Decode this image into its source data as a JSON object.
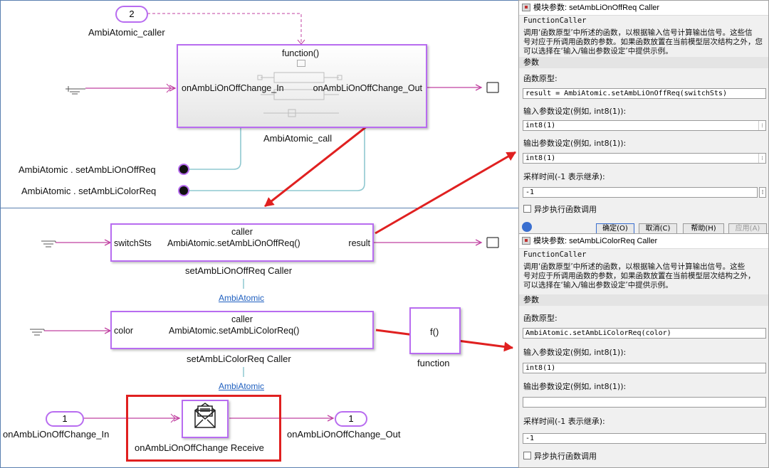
{
  "top_model": {
    "caller_port_number": "2",
    "caller_port_label": "AmbiAtomic_caller",
    "call_block": {
      "title": "function()",
      "input_port": "onAmbLiOnOffChange_In",
      "output_port": "onAmbLiOnOffChange_Out",
      "name": "AmbiAtomic_call"
    },
    "server_on_off": "AmbiAtomic . setAmbLiOnOffReq",
    "server_color": "AmbiAtomic . setAmbLiColorReq"
  },
  "bottom_model": {
    "on_off_caller": {
      "header": "caller",
      "input": "switchSts",
      "prototype": "AmbiAtomic.setAmbLiOnOffReq()",
      "output": "result",
      "name": "setAmbLiOnOffReq Caller"
    },
    "link1": "AmbiAtomic",
    "color_caller": {
      "header": "caller",
      "input": "color",
      "prototype": "AmbiAtomic.setAmbLiColorReq()",
      "name": "setAmbLiColorReq Caller"
    },
    "link2": "AmbiAtomic",
    "function_block": {
      "glyph": "f()",
      "name": "function"
    },
    "inport": {
      "number": "1",
      "label": "onAmbLiOnOffChange_In"
    },
    "receive_block": {
      "name": "onAmbLiOnOffChange Receive"
    },
    "outport": {
      "number": "1",
      "label": "onAmbLiOnOffChange_Out"
    }
  },
  "dialog1": {
    "title": "模块参数: setAmbLiOnOffReq Caller",
    "block_type": "FunctionCaller",
    "description": [
      "调用‘函数原型’中所述的函数，以根据输入信号计算输出信号。这些信",
      "号对应于所调用函数的参数。如果函数放置在当前模型层次结构之外，您",
      "可以选择在‘输入/输出参数设定’中提供示例。"
    ],
    "params_group": "参数",
    "prototype_label": "函数原型:",
    "prototype_value": "result = AmbiAtomic.setAmbLiOnOffReq(switchSts)",
    "input_spec_label": "输入参数设定(例如, int8(1)):",
    "input_spec_value": "int8(1)",
    "output_spec_label": "输出参数设定(例如, int8(1)):",
    "output_spec_value": "int8(1)",
    "sample_time_label": "采样时间(-1 表示继承):",
    "sample_time_value": "-1",
    "async_label": "异步执行函数调用",
    "buttons": {
      "ok": "确定(O)",
      "cancel": "取消(C)",
      "help": "帮助(H)",
      "apply": "应用(A)"
    }
  },
  "dialog2": {
    "title": "模块参数: setAmbLiColorReq Caller",
    "block_type": "FunctionCaller",
    "description": [
      "调用‘函数原型’中所述的函数，以根据输入信号计算输出信号。这些",
      "号对应于所调用函数的参数，如果函数放置在当前模型层次结构之外，",
      "可以选择在‘输入/输出参数设定’中提供示例。"
    ],
    "params_group": "参数",
    "prototype_label": "函数原型:",
    "prototype_value": "AmbiAtomic.setAmbLiColorReq(color)",
    "input_spec_label": "输入参数设定(例如, int8(1)):",
    "input_spec_value": "int8(1)",
    "output_spec_label": "输出参数设定(例如, int8(1)):",
    "output_spec_value": "",
    "sample_time_label": "采样时间(-1 表示继承):",
    "sample_time_value": "-1",
    "async_label": "异步执行函数调用"
  },
  "colors": {
    "block_border": "#b86cf0",
    "signal_line": "#c040a0",
    "server_line": "#8fc8d0",
    "annotation_arrow": "#e02020",
    "highlight_box": "#e02020",
    "link": "#2060c0"
  }
}
